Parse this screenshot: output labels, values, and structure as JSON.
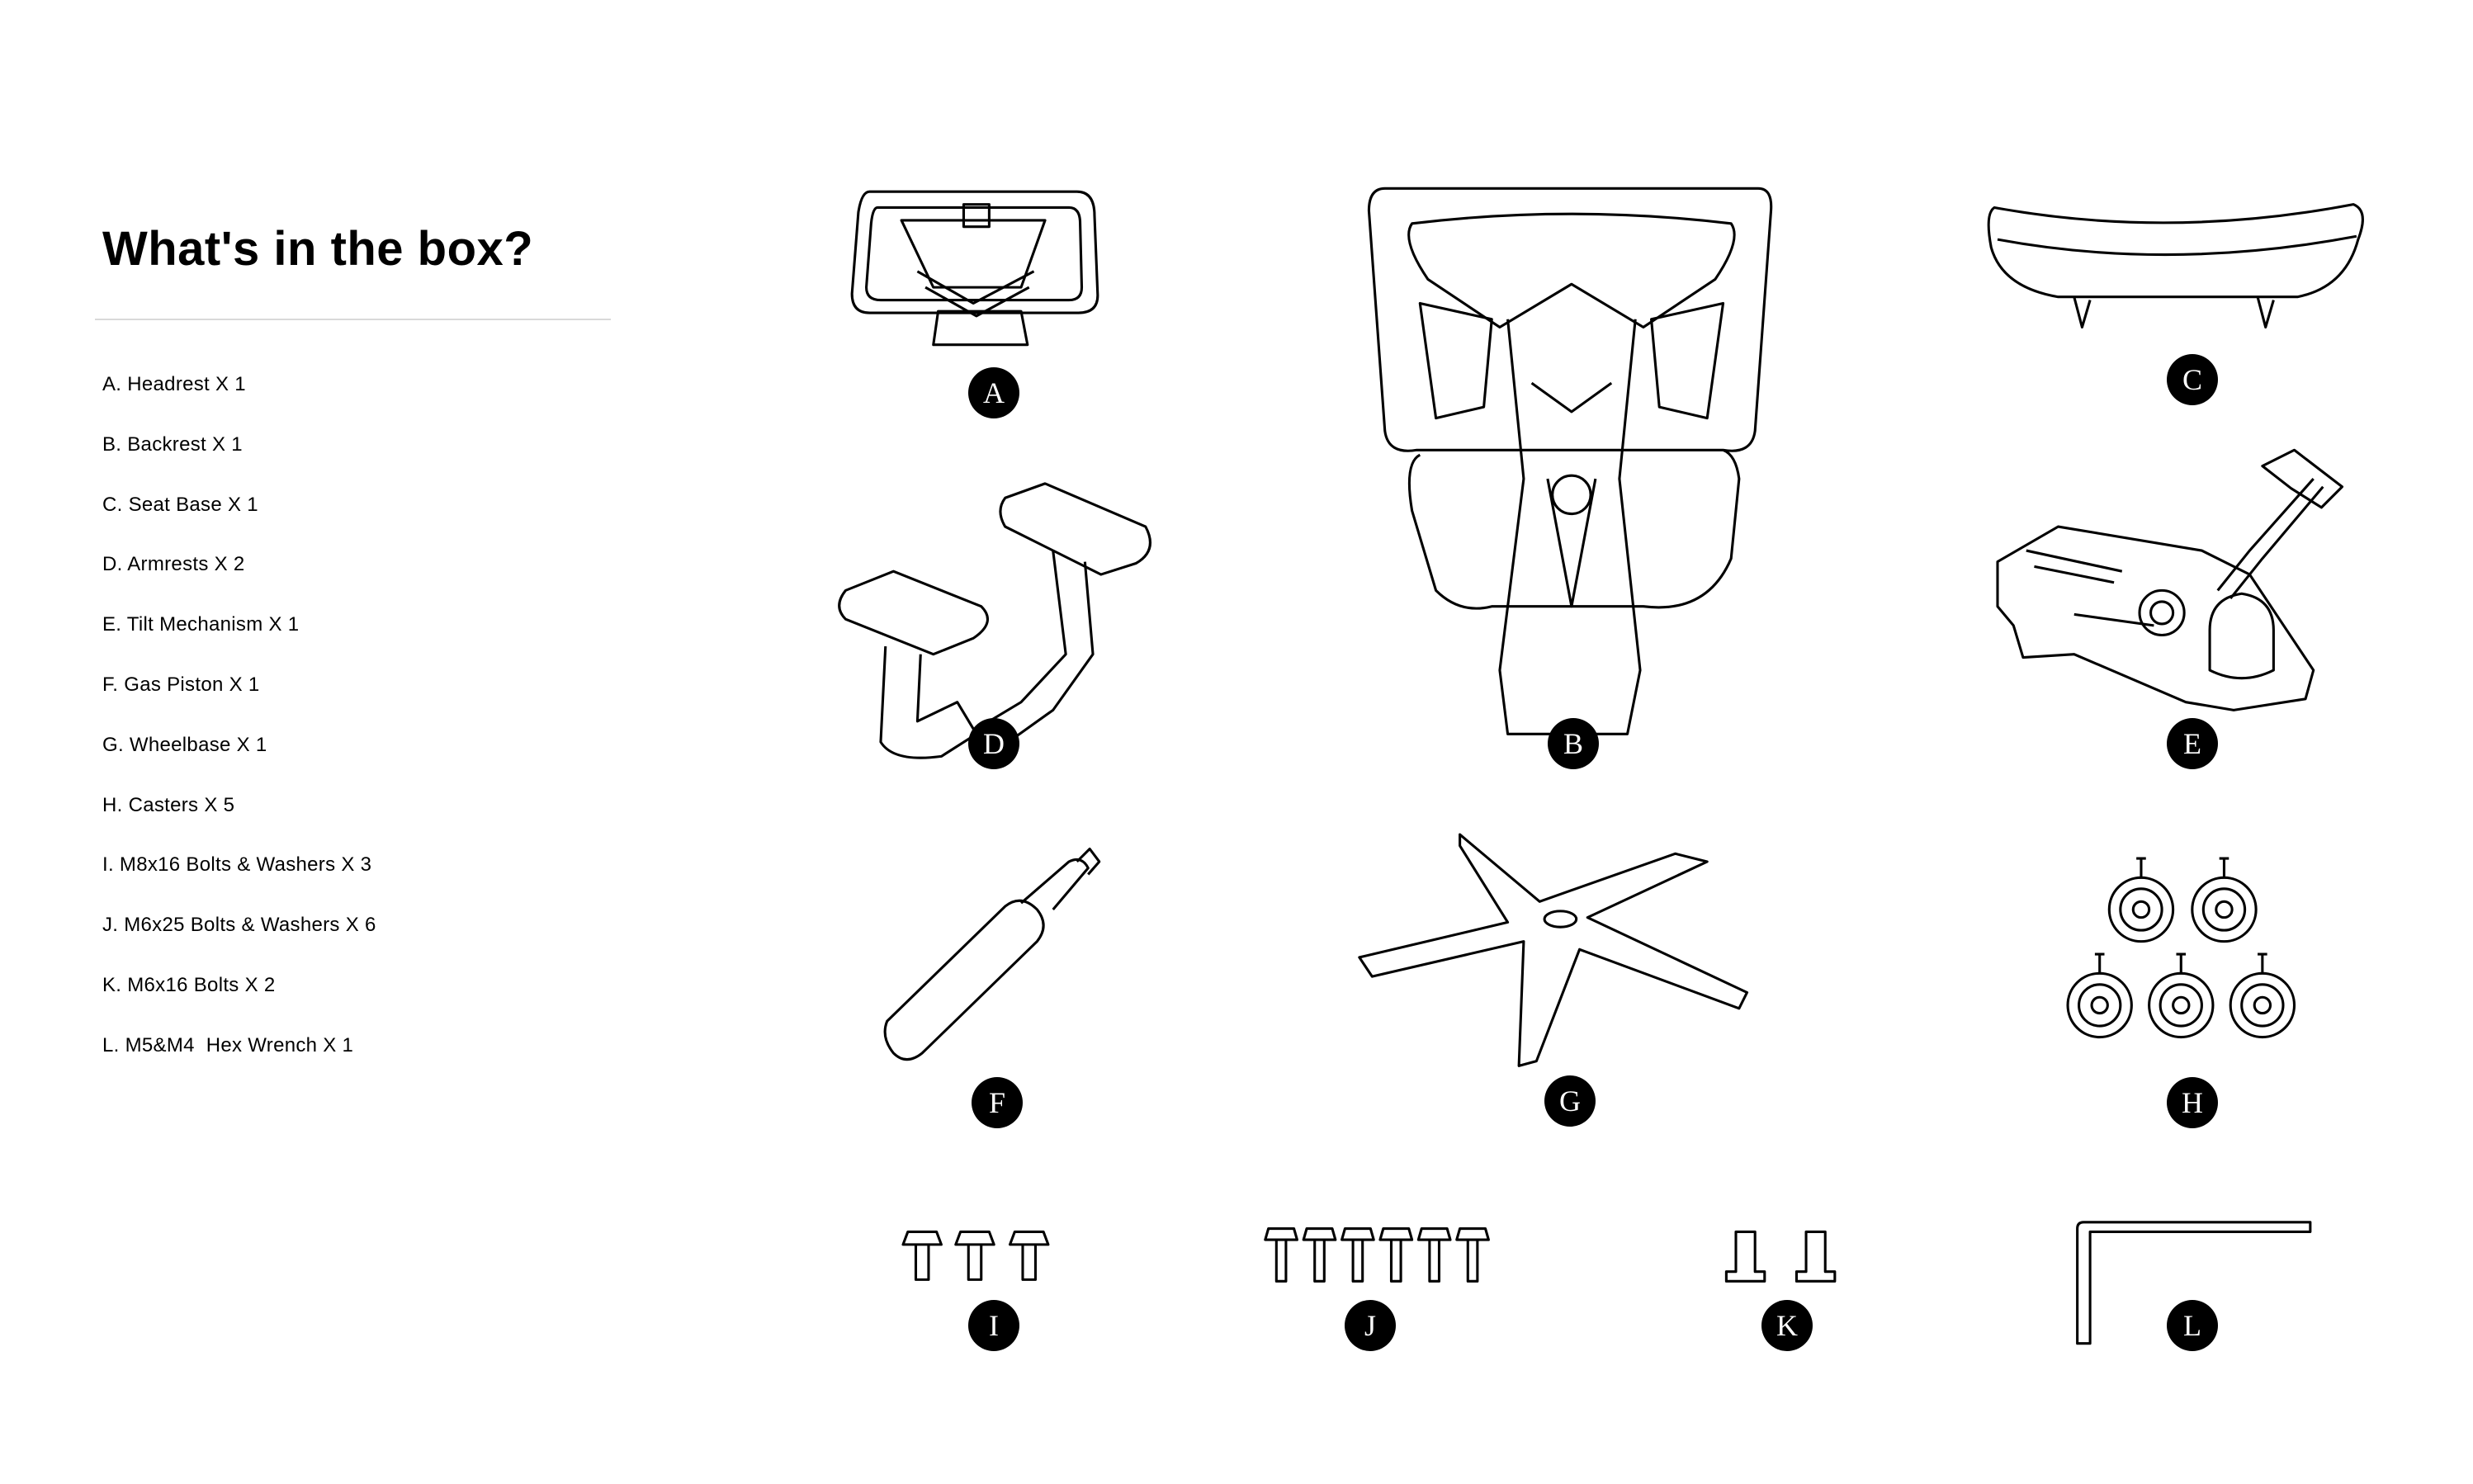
{
  "title": "What's in the box?",
  "items": [
    {
      "letter": "A",
      "text": "A. Headrest X 1"
    },
    {
      "letter": "B",
      "text": "B. Backrest X 1"
    },
    {
      "letter": "C",
      "text": "C. Seat Base X 1"
    },
    {
      "letter": "D",
      "text": "D. Armrests X 2"
    },
    {
      "letter": "E",
      "text": "E. Tilt Mechanism X 1"
    },
    {
      "letter": "F",
      "text": "F. Gas Piston X 1"
    },
    {
      "letter": "G",
      "text": "G. Wheelbase X 1"
    },
    {
      "letter": "H",
      "text": "H. Casters X 5"
    },
    {
      "letter": "I",
      "text": "I. M8x16 Bolts & Washers X 3"
    },
    {
      "letter": "J",
      "text": "J. M6x25 Bolts & Washers X 6"
    },
    {
      "letter": "K",
      "text": "K. M6x16 Bolts X 2"
    },
    {
      "letter": "L",
      "text": "L. M5&M4  Hex Wrench X 1"
    }
  ]
}
